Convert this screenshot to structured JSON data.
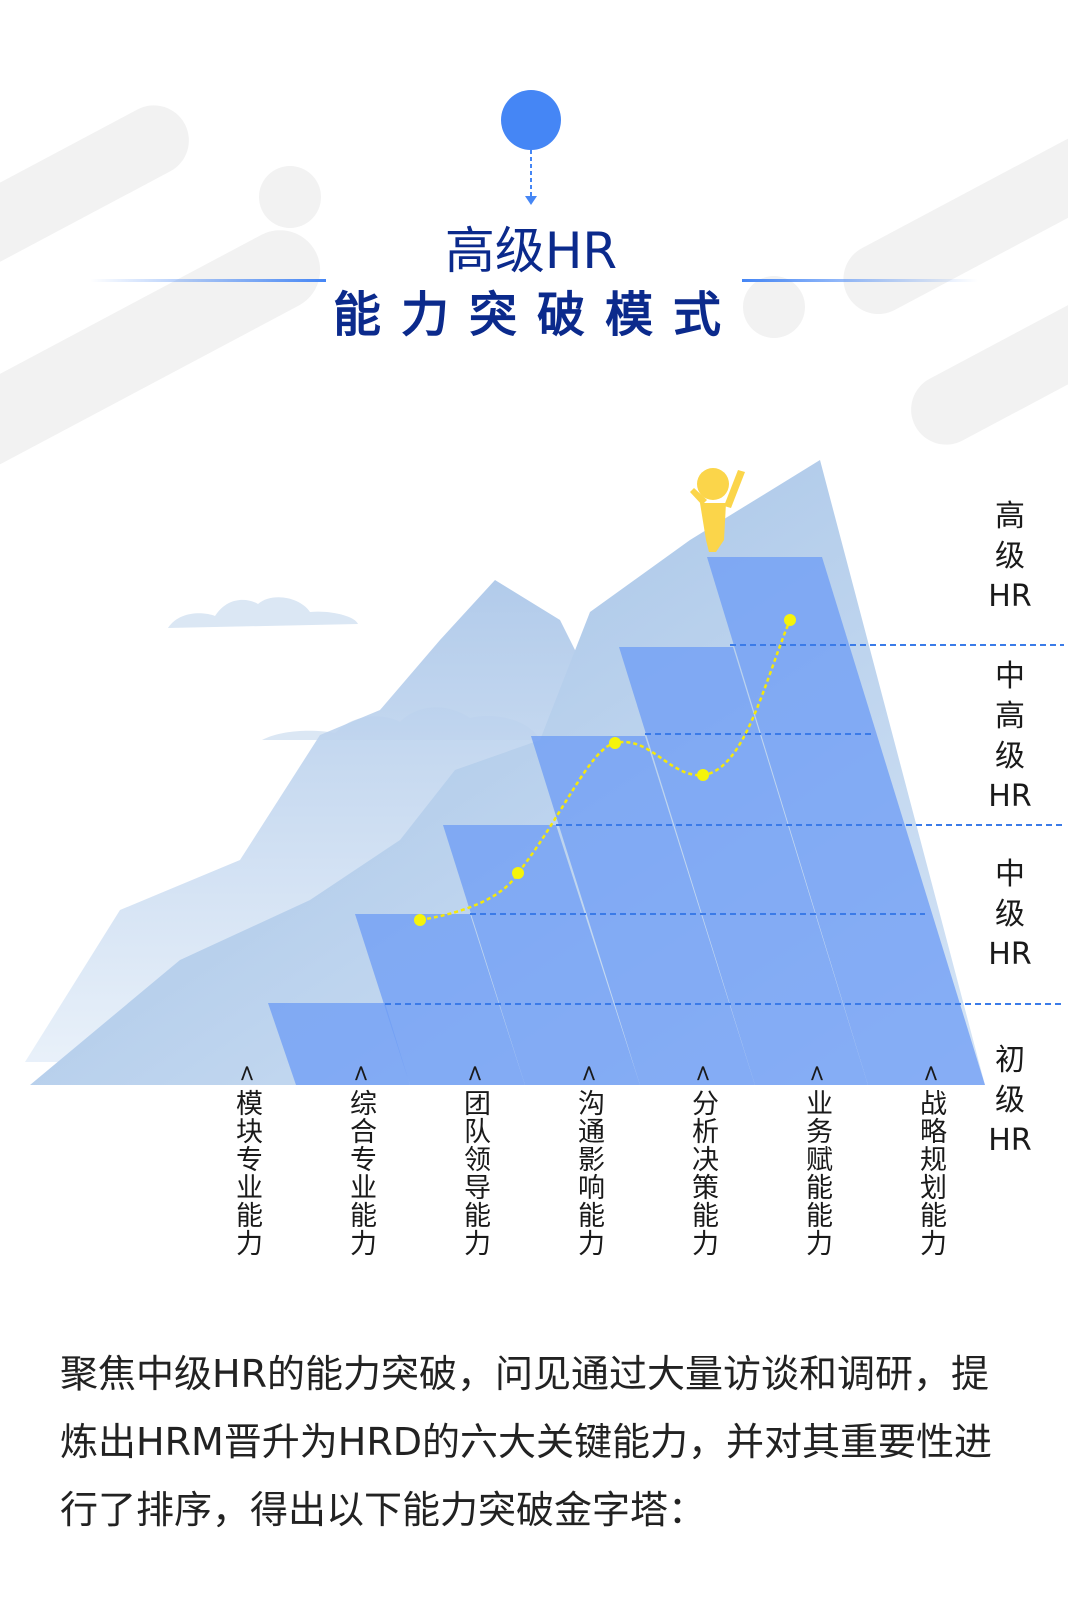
{
  "header": {
    "title_line1": "高级HR",
    "title_line2": "能力突破模式"
  },
  "levels": [
    {
      "label": "高\n级\nHR"
    },
    {
      "label": "中\n高\n级\nHR"
    },
    {
      "label": "中\n级\nHR"
    },
    {
      "label": "初\n级\nHR"
    }
  ],
  "skills": [
    {
      "label": "模块专业能力"
    },
    {
      "label": "综合专业能力"
    },
    {
      "label": "团队领导能力"
    },
    {
      "label": "沟通影响能力"
    },
    {
      "label": "分析决策能力"
    },
    {
      "label": "业务赋能能力"
    },
    {
      "label": "战略规划能力"
    }
  ],
  "arrow_glyph": "<",
  "description": "聚焦中级HR的能力突破，问见通过大量访谈和调研，提炼出HRM晋升为HRD的六大关键能力，并对其重要性进行了排序，得出以下能力突破金字塔：",
  "colors": {
    "accent": "#4586f5",
    "title": "#0b2a8c",
    "steps": "#6f9df5",
    "mountain": "#b9d0ea",
    "curve": "#f5e90a",
    "figure": "#fbd54a"
  }
}
